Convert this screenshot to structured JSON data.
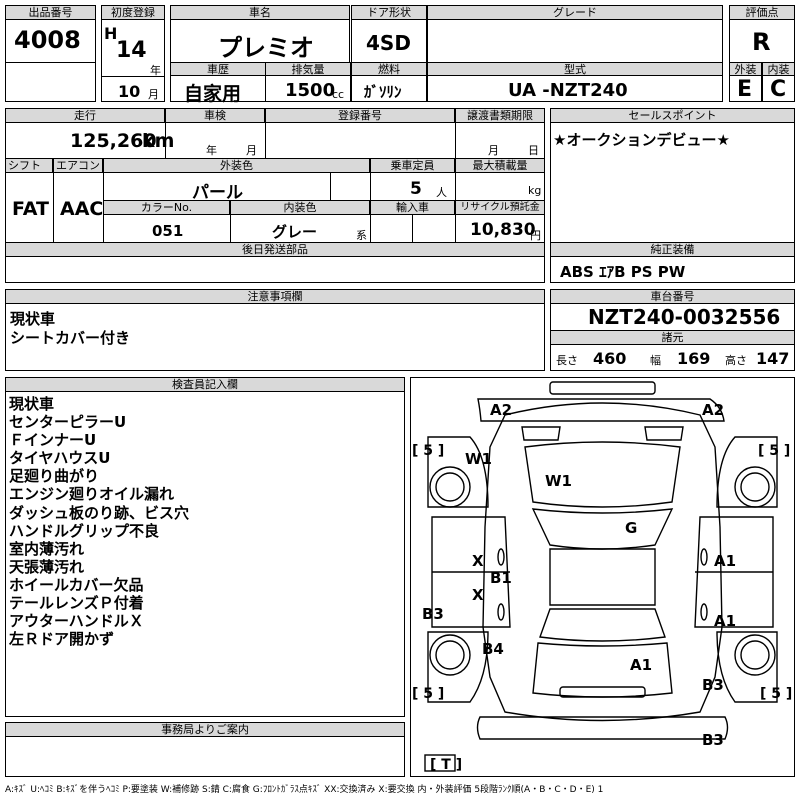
{
  "header_labels": {
    "lot_no": "出品番号",
    "first_reg": "初度登録",
    "car_name": "車名",
    "door": "ドア形状",
    "grade": "グレード",
    "score": "評価点",
    "car_history": "車歴",
    "displacement": "排気量",
    "fuel": "燃料",
    "model": "型式",
    "exterior": "外装",
    "interior": "内装"
  },
  "lot_no": "4008",
  "first_reg": {
    "era": "H",
    "year": "14",
    "year_unit": "年",
    "month": "10",
    "month_unit": "月"
  },
  "car_name": "プレミオ",
  "door": "4SD",
  "grade": "",
  "score": "R",
  "car_history": "自家用",
  "displacement": "1500",
  "displacement_unit": "cc",
  "fuel": "ｶﾞｿﾘﾝ",
  "model": "UA -NZT240",
  "exterior_grade": "E",
  "interior_grade": "C",
  "row2_labels": {
    "mileage": "走行",
    "inspection": "車検",
    "plate": "登録番号",
    "transfer": "譲渡書類期限",
    "shift": "シフト",
    "ac": "エアコン",
    "ext_color": "外装色",
    "capacity": "乗車定員",
    "max_load": "最大積載量",
    "color_no": "カラーNo.",
    "int_color": "内装色",
    "import": "輸入車",
    "recycle": "リサイクル預託金",
    "later_parts": "後日発送部品"
  },
  "mileage": "125,260",
  "mileage_unit": "km",
  "inspection": {
    "year_unit": "年",
    "month_unit": "月"
  },
  "transfer": {
    "month_unit": "月",
    "day_unit": "日"
  },
  "shift": "FAT",
  "ac": "AAC",
  "ext_color": "パール",
  "capacity": "5",
  "capacity_unit": "人",
  "max_load_unit": "kg",
  "color_no": "051",
  "int_color": "グレー",
  "int_color_unit": "系",
  "recycle": "10,830",
  "recycle_unit": "円",
  "sales_point_label": "セールスポイント",
  "sales_point": "★オークションデビュー★",
  "equipment_label": "純正装備",
  "equipment": "ABS ｴｱB PS PW",
  "caution_label": "注意事項欄",
  "caution": [
    "現状車",
    "シートカバー付き"
  ],
  "chassis_label": "車台番号",
  "chassis": "NZT240-0032556",
  "dims_label": "諸元",
  "dims": {
    "length_label": "長さ",
    "length": "460",
    "width_label": "幅",
    "width": "169",
    "height_label": "高さ",
    "height": "147"
  },
  "inspector_label": "検査員記入欄",
  "inspector_notes": [
    "現状車",
    "センターピラーU",
    "ＦインナーU",
    "タイヤハウスU",
    "足廻り曲がり",
    "エンジン廻りオイル漏れ",
    "ダッシュ板のり跡、ビス穴",
    "ハンドルグリップ不良",
    "室内薄汚れ",
    "天張薄汚れ",
    "ホイールカバー欠品",
    "テールレンズＰ付着",
    "アウターハンドルＸ",
    "左Ｒドア開かず"
  ],
  "office_label": "事務局よりご案内",
  "legend": "A:ｷｽﾞ U:ﾍｺﾐ B:ｷｽﾞを伴うﾍｺﾐ P:要塗装 W:補修跡 S:錆 C:腐食 G:ﾌﾛﾝﾄｶﾞﾗｽ点ｷｽﾞ XX:交換済み X:要交換 内・外装評価 5段階ﾗﾝｸ順(A・B・C・D・E) 1",
  "diagram_marks": {
    "front_left": "A2",
    "front_right": "A2",
    "tire_fl": "[ 5 ]",
    "tire_fr": "[ 5 ]",
    "tire_rl": "[ 5 ]",
    "tire_rr": "[ 5 ]",
    "spare": "[ T ]",
    "fender_fl": "W1",
    "hood": "W1",
    "glass": "G",
    "door_fl": "X",
    "door_rl": "X",
    "pillar_l": "B1",
    "door_fr": "A1",
    "door_rr": "A1",
    "rocker_l": "B3",
    "quarter_l": "B4",
    "trunk": "A1",
    "quarter_r": "B3",
    "rear": "B3"
  }
}
